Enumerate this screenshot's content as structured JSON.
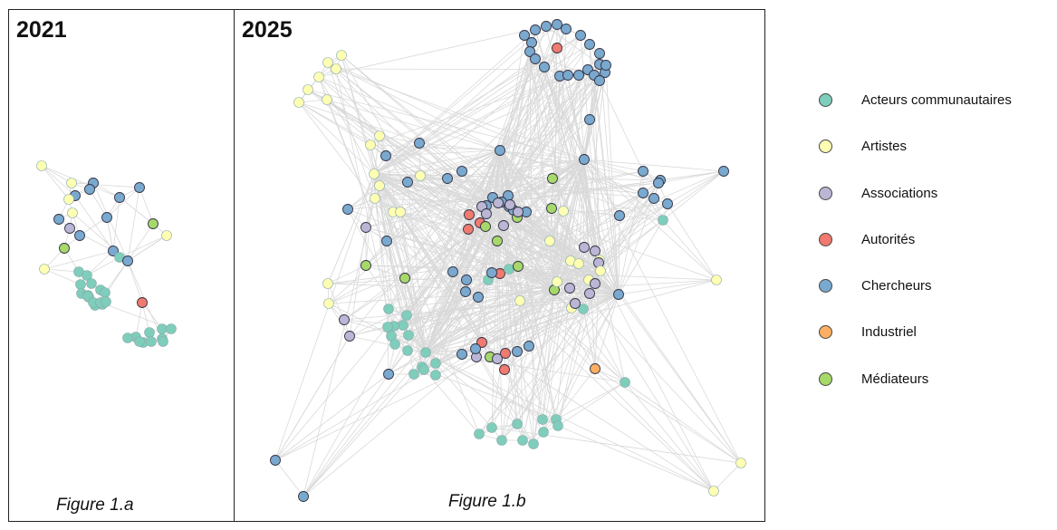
{
  "panel_a": {
    "year": "2021",
    "caption": "Figure 1.a"
  },
  "panel_b": {
    "year": "2025",
    "caption": "Figure 1.b"
  },
  "categories": {
    "acteurs": {
      "label": "Acteurs communautaires",
      "color": "#7fcdbb"
    },
    "artistes": {
      "label": "Artistes",
      "color": "#ffffb3"
    },
    "associations": {
      "label": "Associations",
      "color": "#bcb6d6"
    },
    "autorites": {
      "label": "Autorités",
      "color": "#f07a6f"
    },
    "chercheurs": {
      "label": "Chercheurs",
      "color": "#7aa9cf"
    },
    "industriel": {
      "label": "Industriel",
      "color": "#fdae61"
    },
    "mediateurs": {
      "label": "Médiateurs",
      "color": "#a6d96a"
    }
  },
  "legend": [
    "acteurs",
    "artistes",
    "associations",
    "autorites",
    "chercheurs",
    "industriel",
    "mediateurs"
  ],
  "edge_color": "#d9d9d9"
}
